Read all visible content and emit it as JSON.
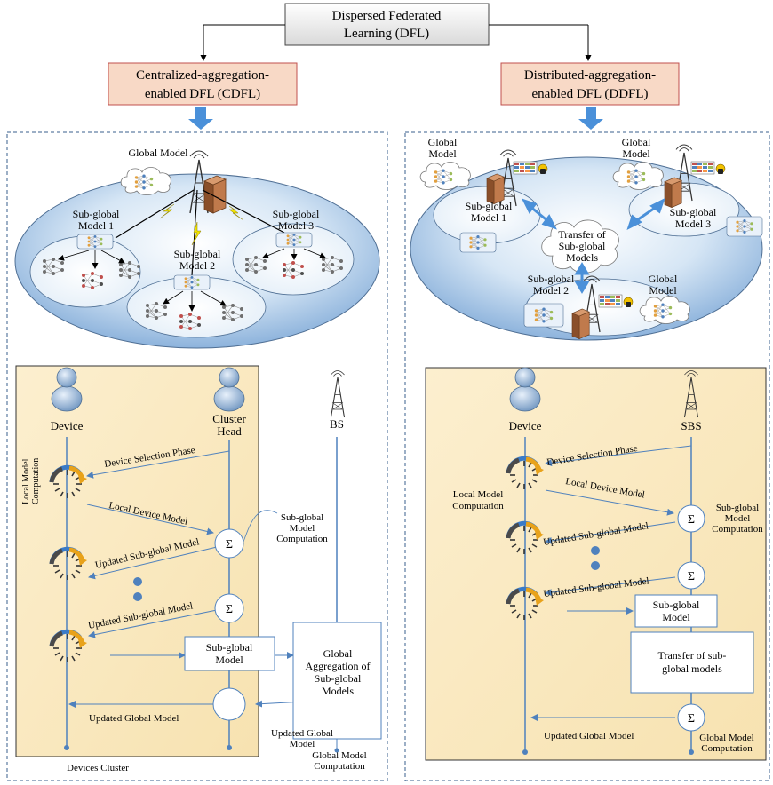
{
  "top": {
    "line1": "Dispersed Federated",
    "line2": "Learning (DFL)"
  },
  "cdfl": {
    "header": {
      "line1": "Centralized-aggregation-",
      "line2": "enabled DFL (CDFL)"
    },
    "global_model": "Global Model",
    "sub1": [
      "Sub-global",
      "Model 1"
    ],
    "sub2": [
      "Sub-global",
      "Model 2"
    ],
    "sub3": [
      "Sub-global",
      "Model 3"
    ],
    "device": "Device",
    "cluster_head": [
      "Cluster",
      "Head"
    ],
    "bs": "BS",
    "local_comp": [
      "Local Model",
      "Computation"
    ],
    "device_selection": "Device Selection Phase",
    "local_device_model": "Local Device Model",
    "subglobal_comp": [
      "Sub-global",
      "Model",
      "Computation"
    ],
    "updated_sub_1": "Updated Sub-global Model",
    "updated_sub_2": "Updated Sub-global Model",
    "subglobal_box": [
      "Sub-global",
      "Model"
    ],
    "global_agg": [
      "Global",
      "Aggregation of",
      "Sub-global",
      "Models"
    ],
    "updated_global": "Updated Global Model",
    "updated_global_2": [
      "Updated Global",
      "Model"
    ],
    "global_comp": [
      "Global Model",
      "Computation"
    ],
    "devices_cluster": "Devices Cluster",
    "sigma": "Σ"
  },
  "ddfl": {
    "header": {
      "line1": "Distributed-aggregation-",
      "line2": "enabled DFL (DDFL)"
    },
    "gm1": [
      "Global",
      "Model"
    ],
    "gm2": [
      "Global",
      "Model"
    ],
    "gm3": [
      "Global",
      "Model"
    ],
    "sub1": [
      "Sub-global",
      "Model 1"
    ],
    "sub2": [
      "Sub-global",
      "Model 2"
    ],
    "sub3": [
      "Sub-global",
      "Model 3"
    ],
    "transfer": [
      "Transfer of",
      "Sub-global",
      "Models"
    ],
    "device": "Device",
    "sbs": "SBS",
    "device_selection": "Device Selection Phase",
    "local_comp": [
      "Local Model",
      "Computation"
    ],
    "local_device_model": "Local Device Model",
    "subglobal_comp": [
      "Sub-global",
      "Model",
      "Computation"
    ],
    "updated_sub_1": "Updated Sub-global Model",
    "updated_sub_2": "Updated Sub-global Model",
    "subglobal_box": [
      "Sub-global",
      "Model"
    ],
    "transfer_box": [
      "Transfer of sub-",
      "global models"
    ],
    "updated_global": "Updated Global Model",
    "global_comp": [
      "Global Model",
      "Computation"
    ],
    "sigma": "Σ"
  },
  "colors": {
    "header_fill": "#f8d9c6",
    "header_border": "#c0504d",
    "arrow_blue": "#4a90d9",
    "panel_fill": "#fbecc4",
    "ellipse_fill": "#a9cbe9",
    "line_blue": "#4f81bd"
  },
  "icons": [
    "tower-icon",
    "server-icon",
    "person-icon",
    "neural-net-icon",
    "progress-wheel-icon",
    "lightning-icon",
    "grid-icon",
    "lock-icon"
  ]
}
